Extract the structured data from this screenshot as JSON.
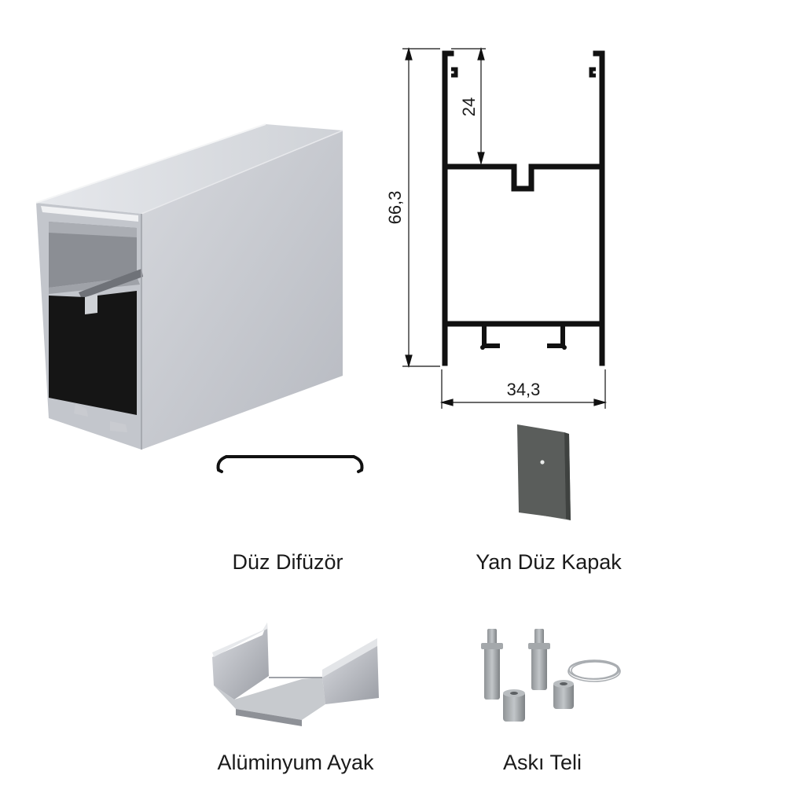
{
  "dimensions": {
    "total_height": "66,3",
    "inner_height": "24",
    "width": "34,3"
  },
  "products": [
    {
      "name": "Düz Difüzör",
      "icon": "flat-diffuser-icon"
    },
    {
      "name": "Yan Düz Kapak",
      "icon": "side-end-cap-icon"
    },
    {
      "name": "Alüminyum Ayak",
      "icon": "aluminium-foot-icon"
    },
    {
      "name": "Askı Teli",
      "icon": "suspension-wire-kit-icon"
    }
  ],
  "colors": {
    "profile_light": "#c9cbd1",
    "profile_mid": "#aeb1b8",
    "profile_dark": "#5e6066",
    "profile_inner_black": "#151515",
    "end_cap": "#5a5d5b",
    "drawing_line": "#111111"
  }
}
